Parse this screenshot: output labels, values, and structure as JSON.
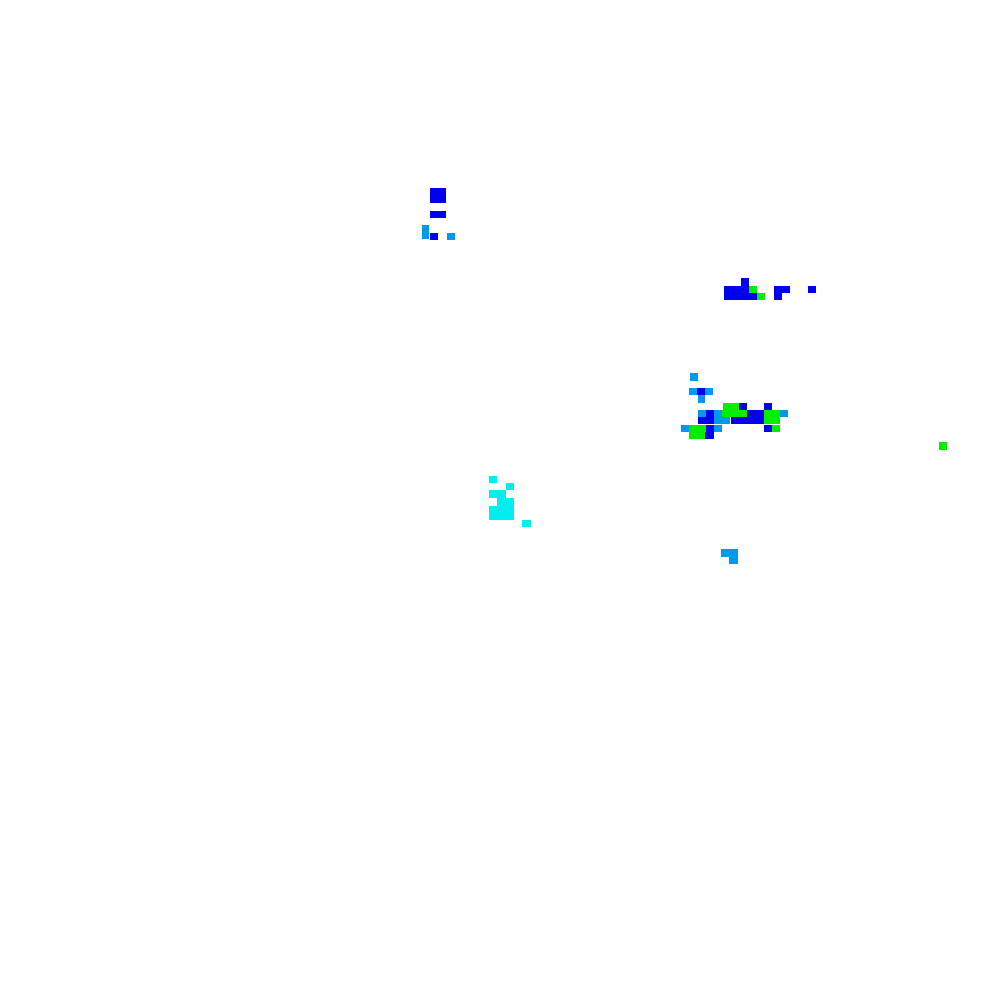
{
  "palette": {
    "background": "#ffffff",
    "blue": "#0000ee",
    "sky": "#0099ee",
    "green": "#00ee00",
    "cyan": "#00eeee"
  },
  "clusters": [
    {
      "name": "upper-left",
      "colors": [
        "blue",
        "sky"
      ]
    },
    {
      "name": "upper-right",
      "colors": [
        "blue",
        "green"
      ]
    },
    {
      "name": "middle-right",
      "colors": [
        "blue",
        "sky",
        "green"
      ]
    },
    {
      "name": "center",
      "colors": [
        "cyan"
      ]
    },
    {
      "name": "lower-right",
      "colors": [
        "sky"
      ]
    },
    {
      "name": "far-right",
      "colors": [
        "green"
      ]
    }
  ]
}
